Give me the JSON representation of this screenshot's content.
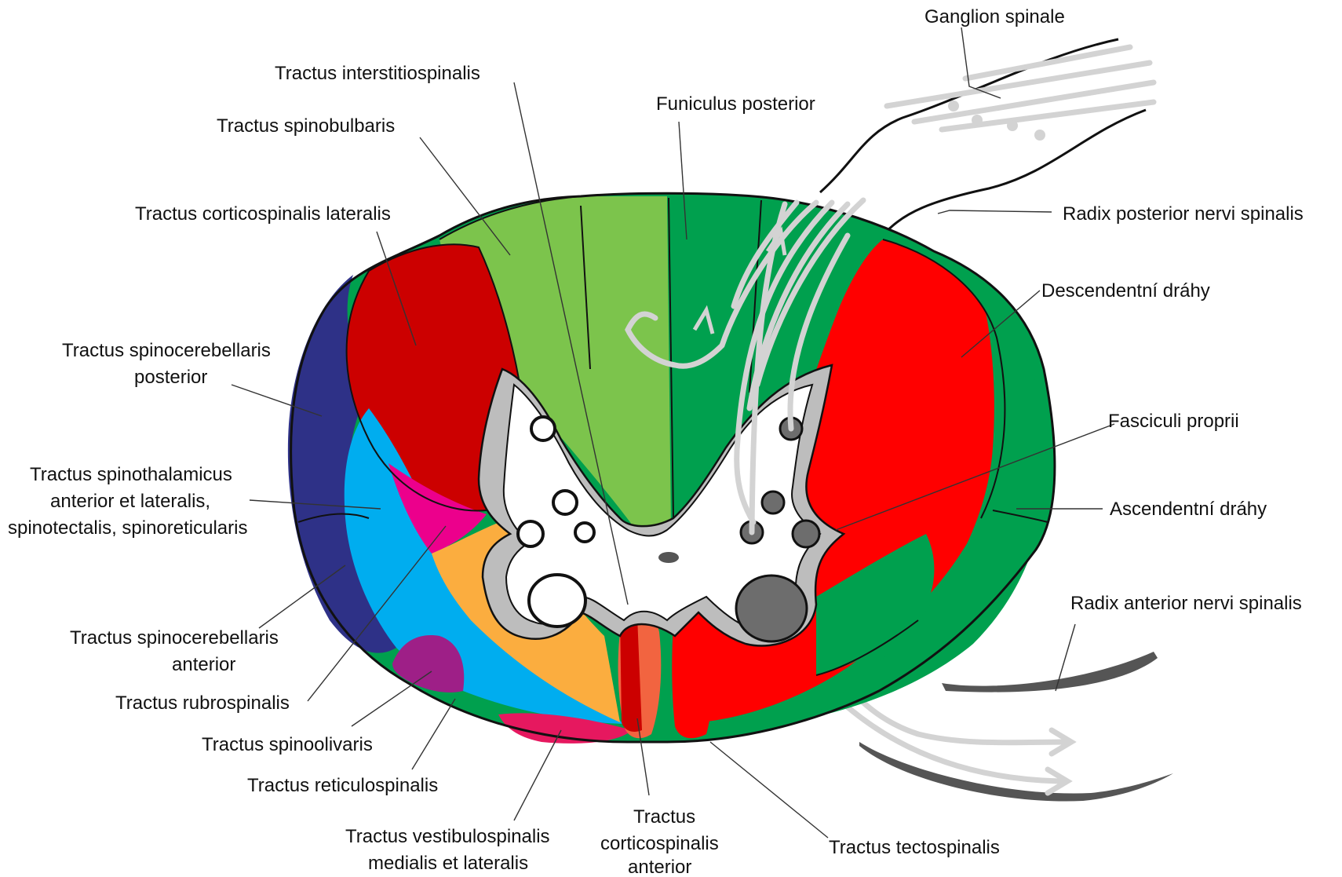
{
  "colors": {
    "funiculus_posterior_left": "#7cc44c",
    "funiculus_posterior_right": "#00a04e",
    "corticospinal_lateral": "#cc0000",
    "descending_right": "#ff0000",
    "ascending_right": "#00a04e",
    "spinocerebellar": "#2e3187",
    "spinothalamic": "#00adef",
    "rubrospinal": "#ec008c",
    "reticulospinal": "#fbad3f",
    "spinoolivaris": "#9e1f87",
    "vestibulospinal": "#e6185f",
    "corticospinal_anterior": "#f26440",
    "interstitiospinal": "#fff200",
    "grey_matter_outline": "#bdbdbd",
    "nerve_fibers": "#d3d3d3",
    "neurons": "#6d6d6d"
  },
  "labels": {
    "ganglion_spinale": "Ganglion spinale",
    "tractus_interstitiospinalis": "Tractus interstitiospinalis",
    "funiculus_posterior": "Funiculus posterior",
    "tractus_spinobulbaris": "Tractus spinobulbaris",
    "tractus_corticospinalis_lateralis": "Tractus corticospinalis lateralis",
    "radix_posterior": "Radix posterior nervi spinalis",
    "descendentni_drahy": "Descendentní dráhy",
    "spinocerebellaris_posterior_1": "Tractus spinocerebellaris",
    "spinocerebellaris_posterior_2": "posterior",
    "fasciculi_proprii": "Fasciculi proprii",
    "spinothalamicus_1": "Tractus spinothalamicus",
    "spinothalamicus_2": "anterior et lateralis,",
    "spinothalamicus_3": "spinotectalis, spinoreticularis",
    "ascendentni_drahy": "Ascendentní dráhy",
    "radix_anterior": "Radix anterior nervi spinalis",
    "spinocerebellaris_anterior_1": "Tractus spinocerebellaris",
    "spinocerebellaris_anterior_2": "anterior",
    "tractus_rubrospinalis": "Tractus rubrospinalis",
    "tractus_spinoolivaris": "Tractus spinoolivaris",
    "tractus_reticulospinalis": "Tractus reticulospinalis",
    "vestibulospinalis_1": "Tractus vestibulospinalis",
    "vestibulospinalis_2": "medialis et lateralis",
    "corticospinalis_anterior_1": "Tractus",
    "corticospinalis_anterior_2": "corticospinalis",
    "corticospinalis_anterior_3": "anterior",
    "tractus_tectospinalis": "Tractus tectospinalis"
  }
}
